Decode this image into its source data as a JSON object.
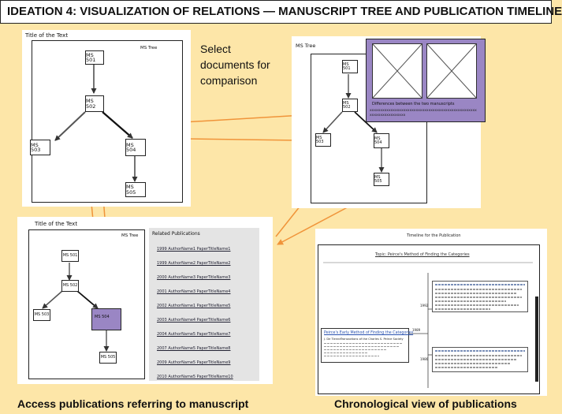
{
  "page_title": "IDEATION 4: VISUALIZATION OF RELATIONS — MANUSCRIPT TREE AND PUBLICATION TIMELINE",
  "panel1": {
    "title": "Title of the Text",
    "tree_label": "MS Tree",
    "nodes": [
      "MS 501",
      "MS 502",
      "MS 503",
      "MS 504",
      "MS 505"
    ]
  },
  "select_caption": "Select documents for comparison",
  "panel2": {
    "tree_label": "MS Tree",
    "nodes": [
      "MS 501",
      "MS 502",
      "MS 503",
      "MS 504",
      "MS 505"
    ],
    "diff_title": "Differences between the two manuscripts",
    "diff_text": "xxxxxxxxxxxxxxxxxxxxxxxxxxxxxxxxxxxxxxxxxxxxxxxxxxxxxxxxxxxxxxxxxxxx"
  },
  "panel3": {
    "title": "Title of the Text",
    "tree_label": "MS Tree",
    "nodes": [
      "MS 501",
      "MS 502",
      "MS 503",
      "MS 504",
      "MS 505"
    ],
    "pub_heading": "Related Publications",
    "publications": [
      "1999 AuthorName1 PaperTitleName1",
      "1999 AuthorName2 PaperTitleName2",
      "2000 AuthorName3 PaperTitleName3",
      "2001 AuthorName3 PaperTitleName4",
      "2002 AuthorName1 PaperTitleName5",
      "2003 AuthorName4 PaperTitleName6",
      "2004 AuthorName5 PaperTitleName7",
      "2007 AuthorName5 PaperTitleName8",
      "2009 AuthorName5 PaperTitleName9",
      "2010 AuthorName5 PaperTitleName10"
    ],
    "highlight_color": "#9a86c4"
  },
  "panel4": {
    "header": "Timeline for the Publication",
    "topic": "Topic: Peirce's Method of Finding the Categories",
    "years": [
      "1992",
      "1989",
      "1986"
    ],
    "card_title": "Peirce's Early Method of Finding the Categories",
    "card_meta": "J. De Tienne",
    "card_body": "Transactions of the Charles S. Peirce Society"
  },
  "captions": {
    "access": "Access publications referring to manuscript",
    "chrono": "Chronological view of publications"
  },
  "colors": {
    "arrow": "#f0943a",
    "highlight": "#9a86c4",
    "background": "#fde6a8"
  }
}
